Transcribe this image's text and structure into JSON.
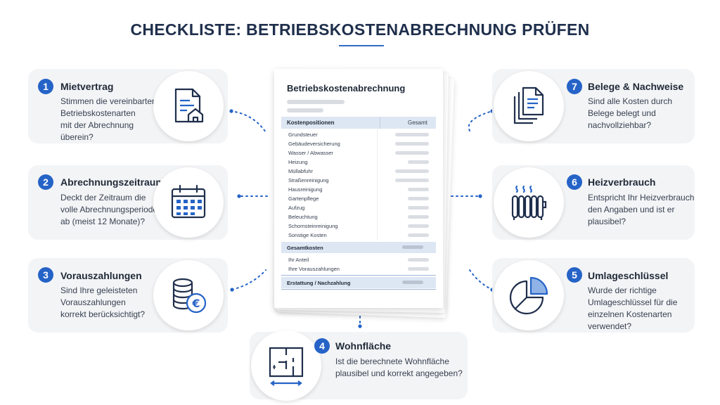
{
  "title": "CHECKLISTE: BETRIEBSKOSTENABRECHNUNG PRÜFEN",
  "colors": {
    "accent": "#2563c7",
    "title": "#1f2f4c",
    "card_bg": "#f3f4f6"
  },
  "document": {
    "title": "Betriebskostenabrechnung",
    "col_positions": "Kostenpositionen",
    "col_total": "Gesamt",
    "items": [
      "Grundsteuer",
      "Gebäudeversicherung",
      "Wasser / Abwasser",
      "Heizung",
      "Müllabfuhr",
      "Straßenreinigung",
      "Hausreinigung",
      "Gartenpflege",
      "Aufzug",
      "Beleuchtung",
      "Schornsteinreinigung",
      "Sonstige Kosten"
    ],
    "total_label": "Gesamtkosten",
    "total_col": "Gesamt",
    "share_label": "Ihr Anteil",
    "prepayments_label": "Ihre Vorauszahlungen",
    "result_label": "Erstattung / Nachzahlung"
  },
  "items": [
    {
      "num": "1",
      "title": "Mietvertrag",
      "lines": [
        "Stimmen die vereinbarten",
        "Betriebskostenarten",
        "mit der Abrechnung",
        "überein?"
      ],
      "icon": "contract-house-icon"
    },
    {
      "num": "2",
      "title": "Abrechnungszeitraum",
      "lines": [
        "Deckt der Zeitraum die",
        "volle Abrechnungsperiode",
        "ab (meist 12 Monate)?"
      ],
      "icon": "calendar-icon"
    },
    {
      "num": "3",
      "title": "Vorauszahlungen",
      "lines": [
        "Sind Ihre geleisteten",
        "Vorauszahlungen",
        "korrekt berücksichtigt?"
      ],
      "icon": "coins-euro-icon"
    },
    {
      "num": "4",
      "title": "Wohnfläche",
      "lines": [
        "Ist die berechnete Wohnfläche",
        "plausibel und korrekt angegeben?"
      ],
      "icon": "floor-plan-icon"
    },
    {
      "num": "5",
      "title": "Umlageschlüssel",
      "lines": [
        "Wurde der richtige",
        "Umlageschlüssel für die",
        "einzelnen Kostenarten",
        "verwendet?"
      ],
      "icon": "pie-chart-icon"
    },
    {
      "num": "6",
      "title": "Heizverbrauch",
      "lines": [
        "Entspricht Ihr Heizverbrauch",
        "den Angaben und ist er",
        "plausibel?"
      ],
      "icon": "radiator-icon"
    },
    {
      "num": "7",
      "title": "Belege & Nachweise",
      "lines": [
        "Sind alle Kosten durch",
        "Belege belegt und",
        "nachvollziehbar?"
      ],
      "icon": "documents-icon"
    }
  ]
}
